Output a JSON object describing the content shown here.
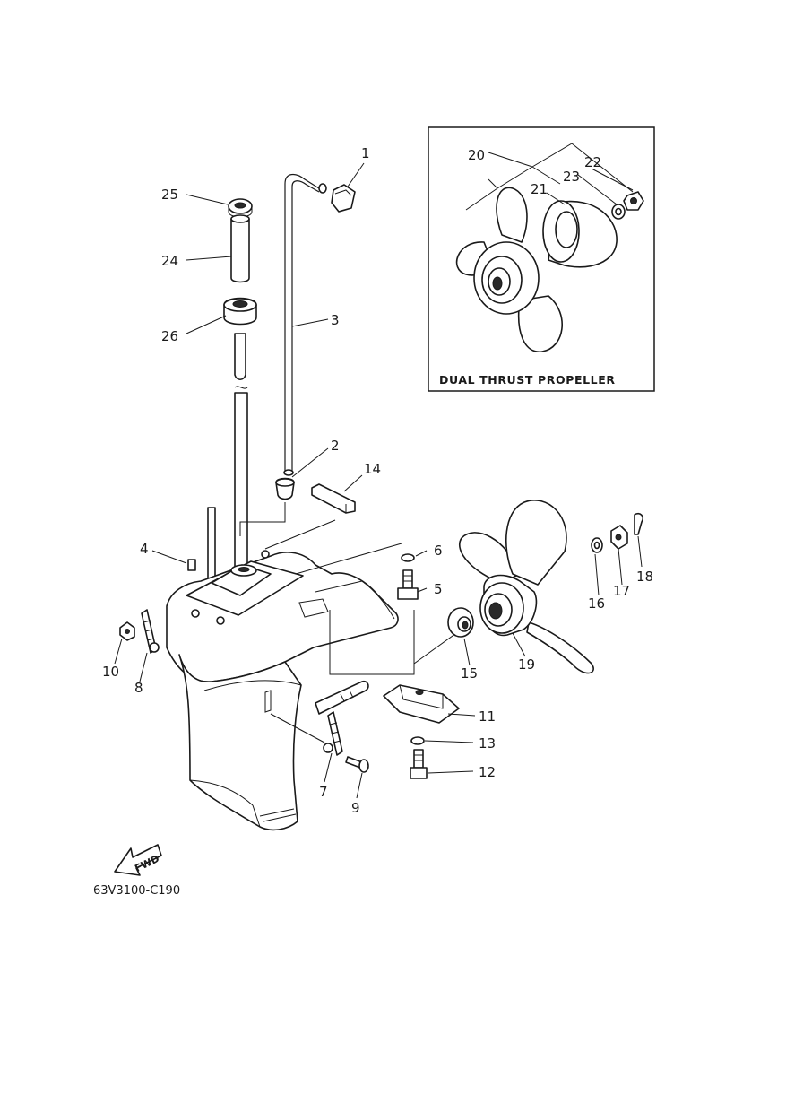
{
  "inset": {
    "caption": "DUAL THRUST PROPELLER"
  },
  "fwd_label": "FWD",
  "part_code": "63V3100-C190",
  "callouts": [
    {
      "id": "1",
      "text": "1"
    },
    {
      "id": "2",
      "text": "2"
    },
    {
      "id": "3",
      "text": "3"
    },
    {
      "id": "4",
      "text": "4"
    },
    {
      "id": "5",
      "text": "5"
    },
    {
      "id": "6",
      "text": "6"
    },
    {
      "id": "7",
      "text": "7"
    },
    {
      "id": "8",
      "text": "8"
    },
    {
      "id": "9",
      "text": "9"
    },
    {
      "id": "10",
      "text": "10"
    },
    {
      "id": "11",
      "text": "11"
    },
    {
      "id": "12",
      "text": "12"
    },
    {
      "id": "13",
      "text": "13"
    },
    {
      "id": "14",
      "text": "14"
    },
    {
      "id": "15",
      "text": "15"
    },
    {
      "id": "16",
      "text": "16"
    },
    {
      "id": "17",
      "text": "17"
    },
    {
      "id": "18",
      "text": "18"
    },
    {
      "id": "19",
      "text": "19"
    },
    {
      "id": "20",
      "text": "20"
    },
    {
      "id": "21",
      "text": "21"
    },
    {
      "id": "22",
      "text": "22"
    },
    {
      "id": "23",
      "text": "23"
    },
    {
      "id": "24",
      "text": "24"
    },
    {
      "id": "25",
      "text": "25"
    },
    {
      "id": "26",
      "text": "26"
    }
  ]
}
